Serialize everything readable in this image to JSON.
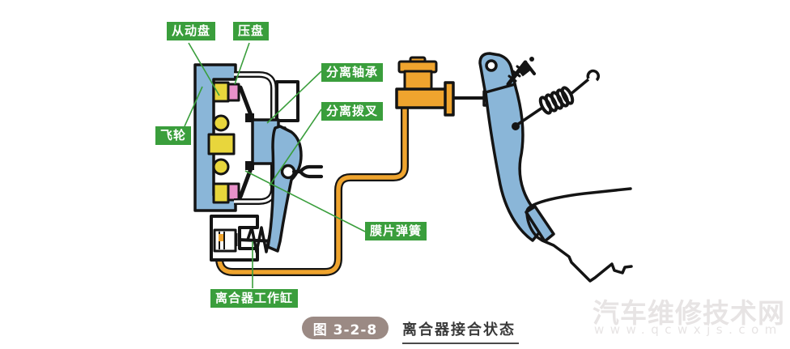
{
  "figure": {
    "badge": "图 3-2-8",
    "caption": "离合器接合状态"
  },
  "labels": {
    "driven_disc": "从动盘",
    "pressure_plate": "压盘",
    "flywheel": "飞轮",
    "release_bearing": "分离轴承",
    "release_fork": "分离拨叉",
    "diaphragm_spring": "膜片弹簧",
    "slave_cylinder": "离合器工作缸"
  },
  "watermark": {
    "site_name": "汽车维修技术网",
    "site_url": "www.qcwxjs.com"
  },
  "colors": {
    "label_bg": "#3a9e3c",
    "label_text": "#ffffff",
    "leader_line": "#3a9e3c",
    "part_blue": "#8ab6d8",
    "part_yellow": "#e8d63c",
    "part_pink": "#e891c9",
    "part_orange": "#efa42e",
    "outline": "#141414",
    "badge_bg": "#9b8a84",
    "badge_text": "#ffffff",
    "caption_text": "#3a3a3a",
    "watermark": "#e7e4e4"
  }
}
